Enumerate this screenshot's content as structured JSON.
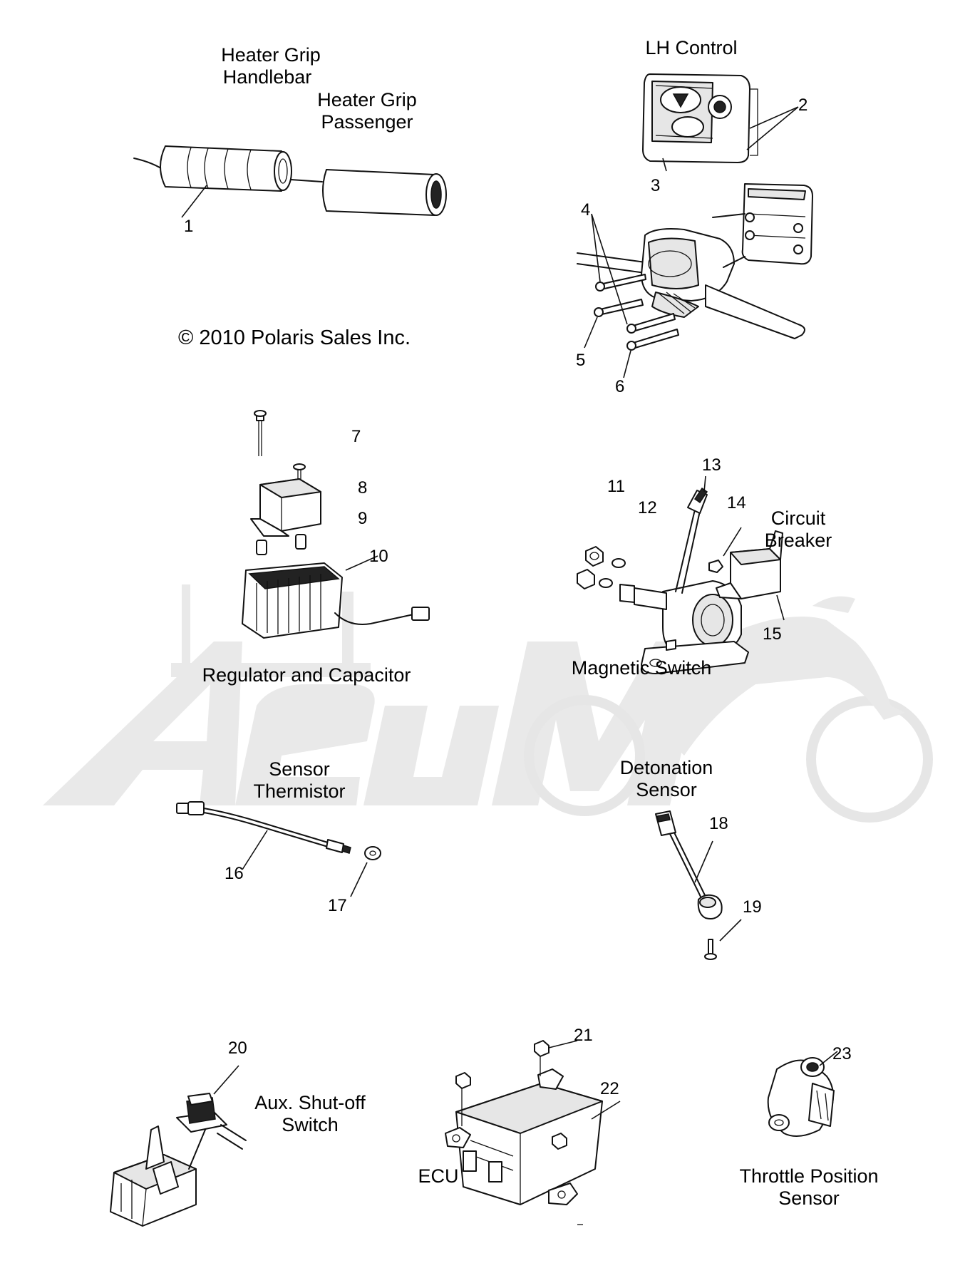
{
  "copyright": "© 2010 Polaris Sales Inc.",
  "watermark": {
    "text": "AeuMomo",
    "color": "#e9e9e9"
  },
  "labels": {
    "heater_grip_handlebar": [
      "Heater Grip",
      "Handlebar"
    ],
    "heater_grip_passenger": [
      "Heater Grip",
      "Passenger"
    ],
    "lh_control": "LH Control",
    "regulator_capacitor": "Regulator and Capacitor",
    "circuit_breaker": [
      "Circuit",
      "Breaker"
    ],
    "magnetic_switch": "Magnetic Switch",
    "sensor_thermistor": [
      "Sensor",
      "Thermistor"
    ],
    "detonation_sensor": [
      "Detonation",
      "Sensor"
    ],
    "aux_shutoff_switch": [
      "Aux. Shut-off",
      "Switch"
    ],
    "ecu": "ECU",
    "throttle_position_sensor": [
      "Throttle Position",
      "Sensor"
    ]
  },
  "callouts": [
    "1",
    "2",
    "3",
    "4",
    "5",
    "6",
    "7",
    "8",
    "9",
    "10",
    "11",
    "12",
    "13",
    "14",
    "15",
    "16",
    "17",
    "18",
    "19",
    "20",
    "21",
    "22",
    "23"
  ]
}
